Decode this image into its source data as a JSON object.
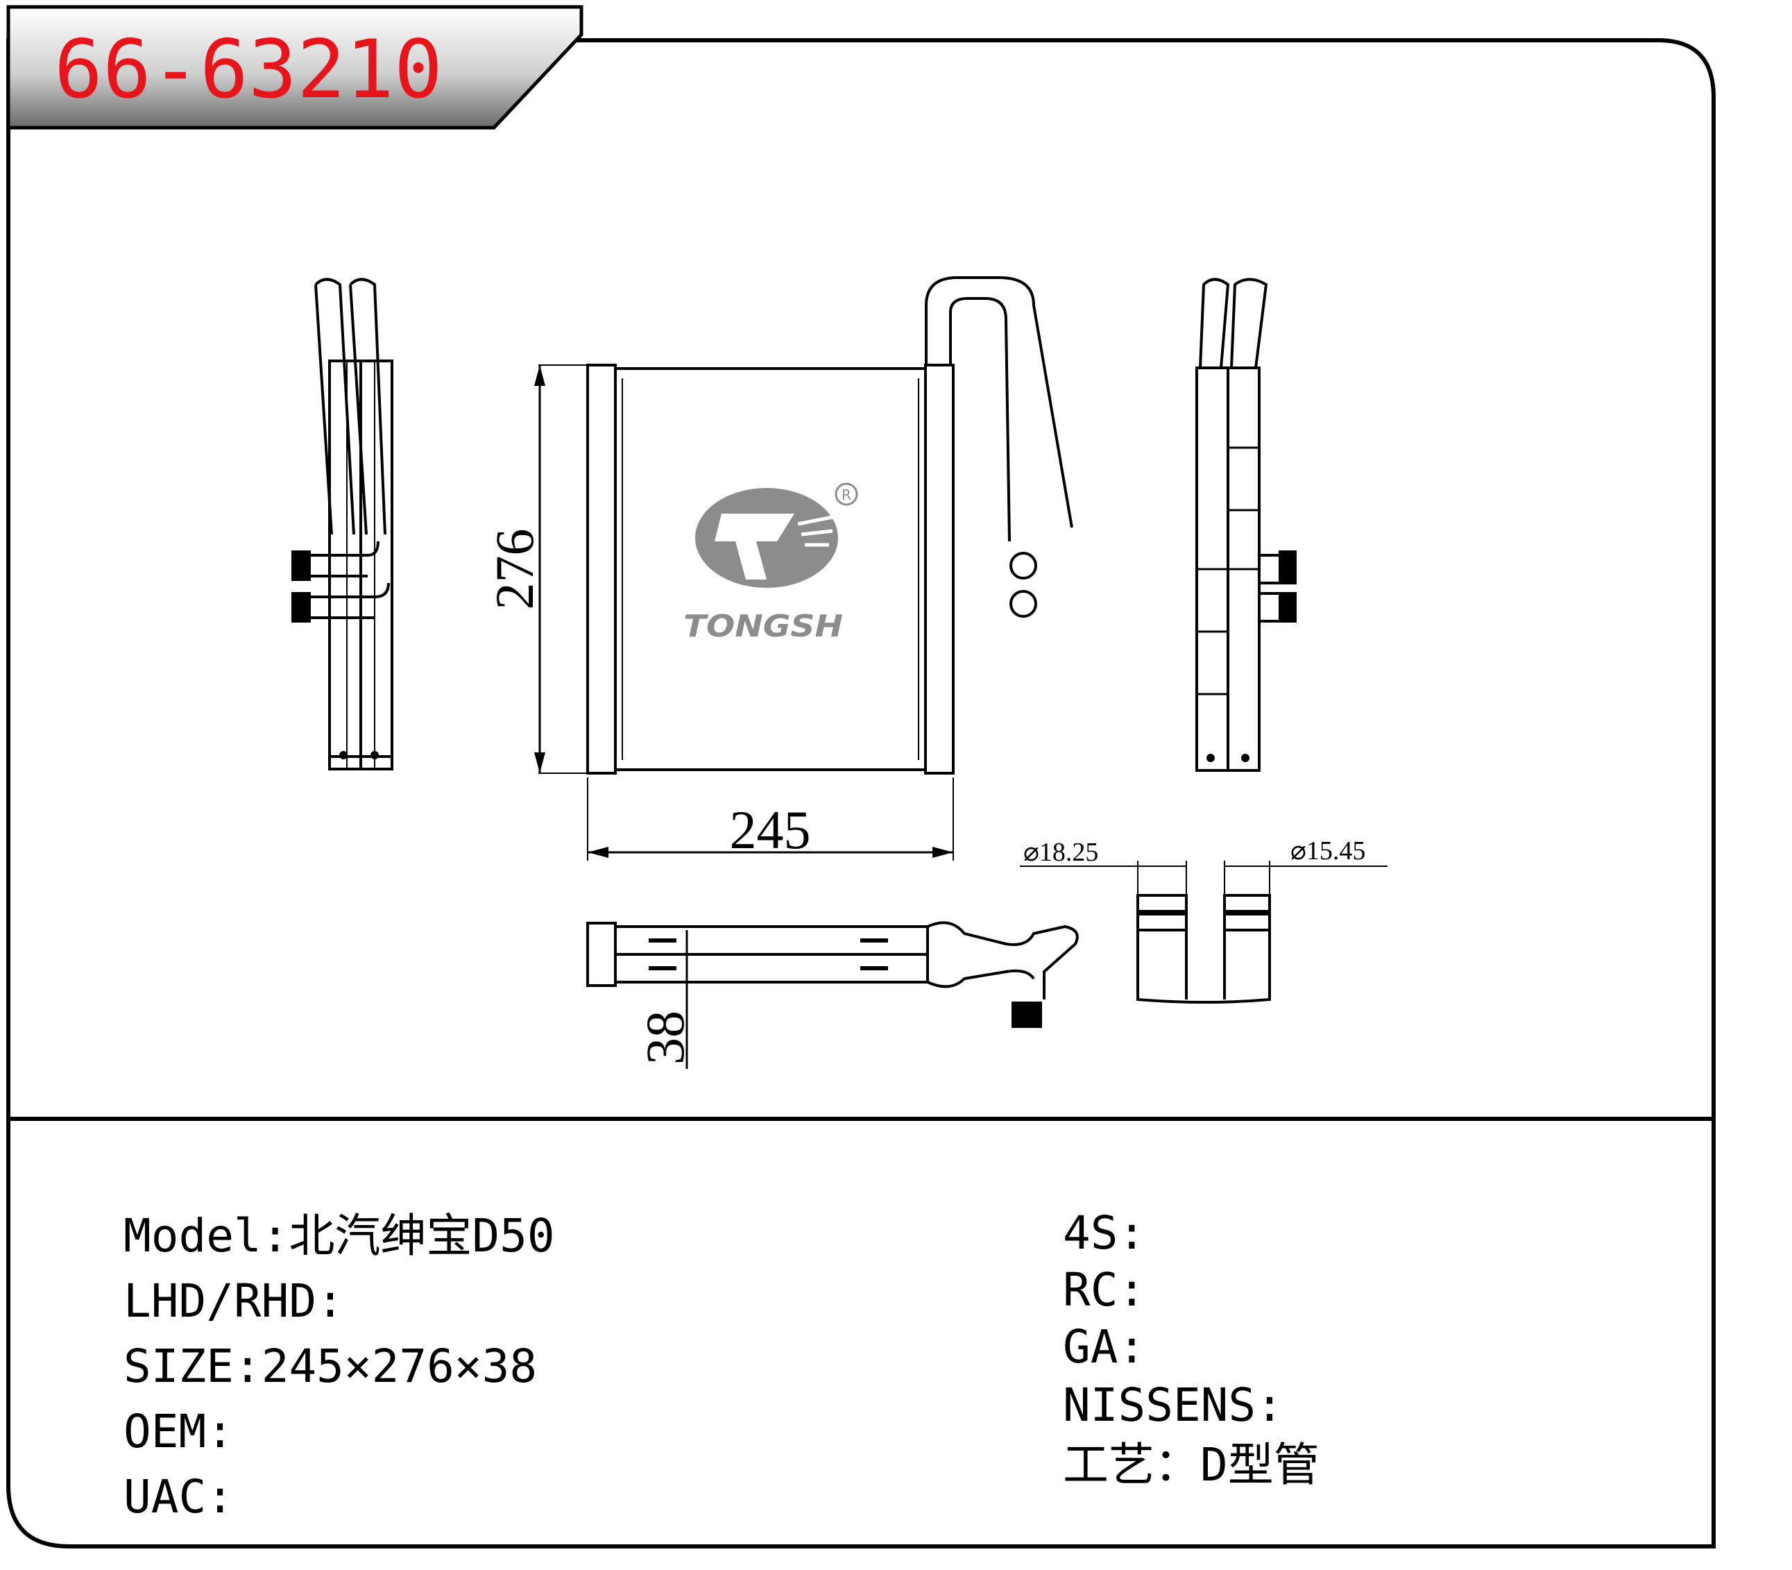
{
  "part_number": "66-63210",
  "colors": {
    "part_number": "#e8141b",
    "line": "#000000",
    "logo": "#8c8c8c"
  },
  "logo": {
    "brand": "TONGSH",
    "registered_mark": "R"
  },
  "dimensions": {
    "width": "245",
    "height": "276",
    "depth": "38",
    "inlet_diameter": "⌀18.25",
    "outlet_diameter": "⌀15.45"
  },
  "specs_left": [
    {
      "label": "Model",
      "sep": ":",
      "value": "北汽绅宝D50"
    },
    {
      "label": "LHD/RHD",
      "sep": ":",
      "value": ""
    },
    {
      "label": "SIZE",
      "sep": ":",
      "value": "245×276×38"
    },
    {
      "label": "OEM",
      "sep": ":",
      "value": ""
    },
    {
      "label": "UAC",
      "sep": ":",
      "value": ""
    }
  ],
  "specs_right": [
    {
      "label": "4S",
      "sep": ":",
      "value": ""
    },
    {
      "label": "RC",
      "sep": ":",
      "value": ""
    },
    {
      "label": "GA",
      "sep": ":",
      "value": ""
    },
    {
      "label": "NISSENS",
      "sep": ":",
      "value": ""
    },
    {
      "label": "工艺",
      "sep": "：",
      "value": "D型管"
    }
  ]
}
